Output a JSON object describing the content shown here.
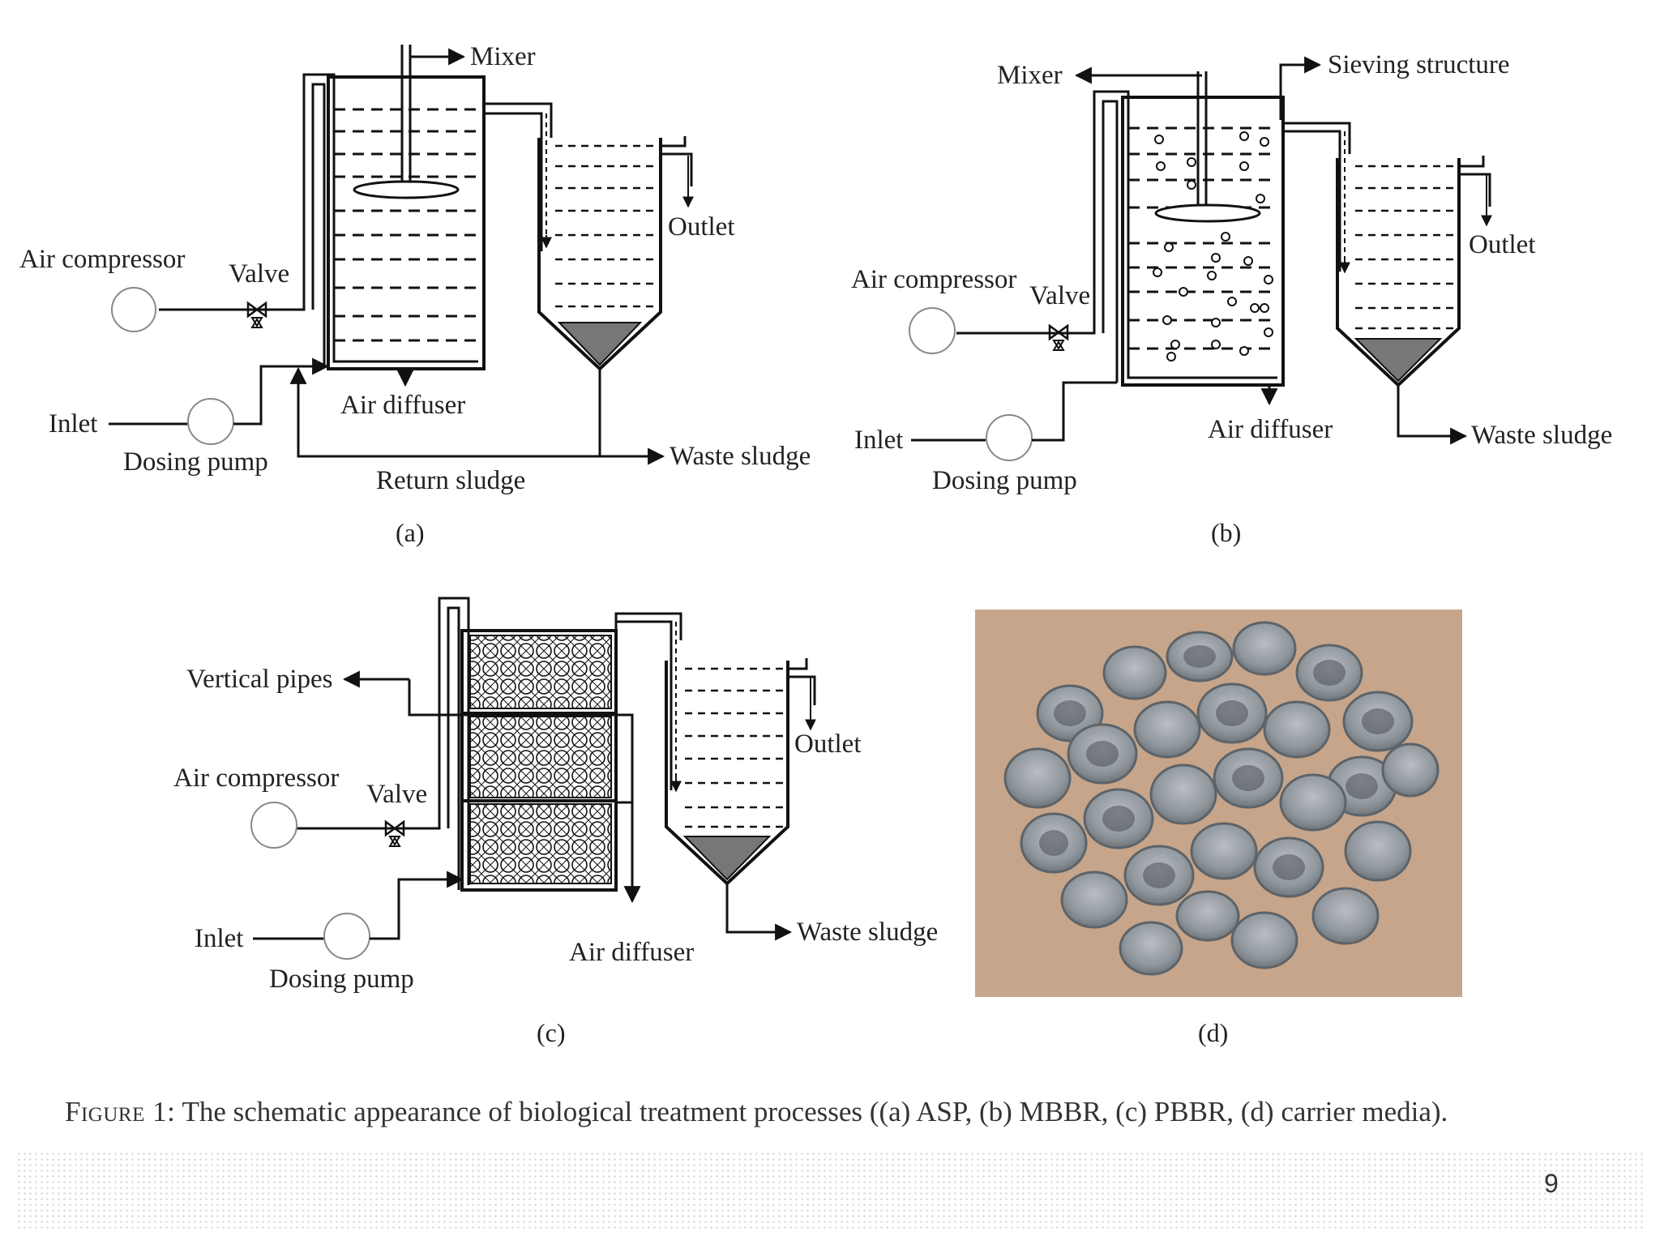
{
  "panel_a": {
    "mixer": "Mixer",
    "outlet": "Outlet",
    "air_compressor": "Air compressor",
    "valve": "Valve",
    "inlet": "Inlet",
    "dosing_pump": "Dosing pump",
    "air_diffuser": "Air diffuser",
    "return_sludge": "Return sludge",
    "waste_sludge": "Waste sludge",
    "sublabel": "(a)"
  },
  "panel_b": {
    "mixer": "Mixer",
    "sieving_structure": "Sieving structure",
    "outlet": "Outlet",
    "air_compressor": "Air compressor",
    "valve": "Valve",
    "inlet": "Inlet",
    "dosing_pump": "Dosing pump",
    "air_diffuser": "Air diffuser",
    "waste_sludge": "Waste sludge",
    "sublabel": "(b)"
  },
  "panel_c": {
    "vertical_pipes": "Vertical pipes",
    "air_compressor": "Air compressor",
    "valve": "Valve",
    "outlet": "Outlet",
    "inlet": "Inlet",
    "dosing_pump": "Dosing pump",
    "air_diffuser": "Air diffuser",
    "waste_sludge": "Waste sludge",
    "sublabel": "(c)"
  },
  "panel_d": {
    "sublabel": "(d)"
  },
  "caption": {
    "label": "Figure 1:",
    "text": " The schematic appearance of biological treatment processes ((a) ASP, (b) MBBR, (c) PBBR, (d) carrier media)."
  },
  "page_number": "9"
}
